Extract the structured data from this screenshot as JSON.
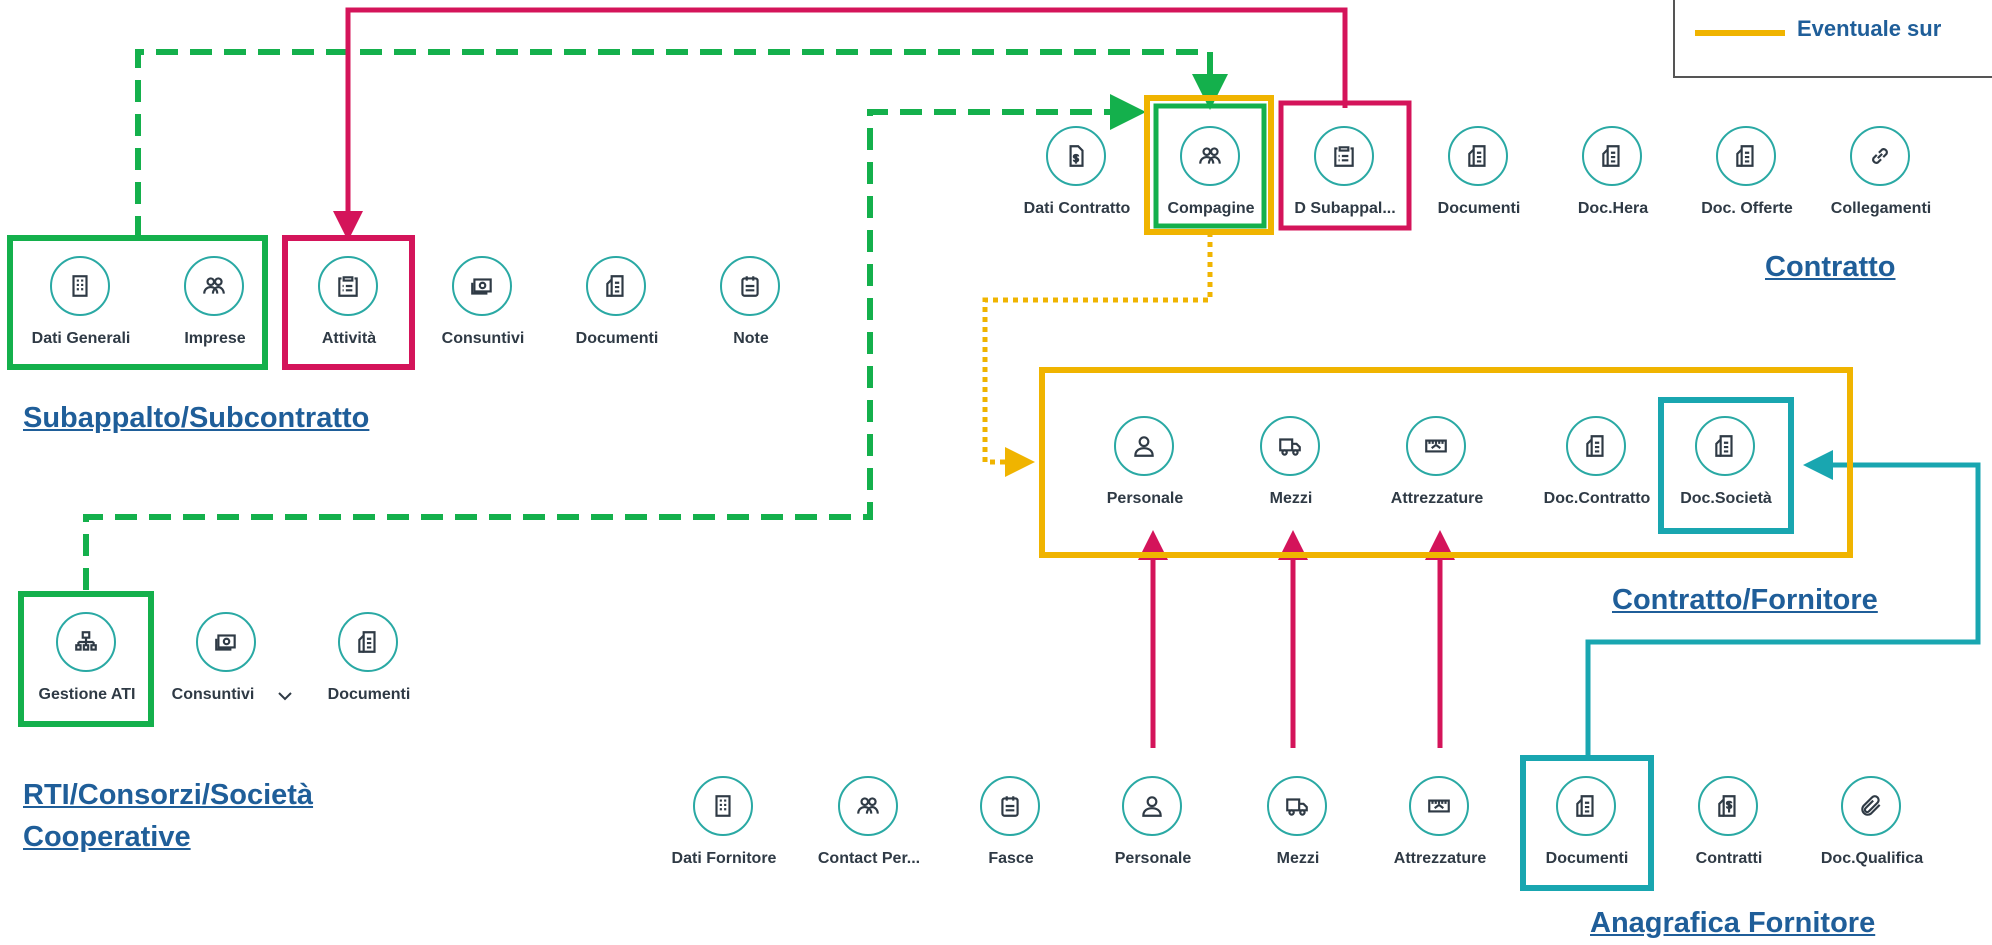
{
  "colors": {
    "green": "#14b04c",
    "pink": "#d4145a",
    "yellow": "#f0b400",
    "teal": "#19a6b0",
    "icon_ring": "#2aa9a4",
    "section_title": "#1f5e99"
  },
  "legend": {
    "text": "Eventuale sur"
  },
  "sections": {
    "contratto": {
      "title": "Contratto",
      "tiles": [
        {
          "label": "Dati Contratto",
          "icon": "contract-money-icon"
        },
        {
          "label": "Compagine",
          "icon": "people-group-icon"
        },
        {
          "label": "D Subappal...",
          "icon": "clipboard-list-icon"
        },
        {
          "label": "Documenti",
          "icon": "document-icon"
        },
        {
          "label": "Doc.Hera",
          "icon": "document-icon"
        },
        {
          "label": "Doc. Offerte",
          "icon": "document-icon"
        },
        {
          "label": "Collegamenti",
          "icon": "link-icon"
        }
      ]
    },
    "subappalto": {
      "title": "Subappalto/Subcontratto",
      "tiles": [
        {
          "label": "Dati Generali",
          "icon": "building-icon"
        },
        {
          "label": "Imprese",
          "icon": "people-group-icon"
        },
        {
          "label": "Attività",
          "icon": "clipboard-list-icon"
        },
        {
          "label": "Consuntivi",
          "icon": "money-icon"
        },
        {
          "label": "Documenti",
          "icon": "document-icon"
        },
        {
          "label": "Note",
          "icon": "calendar-note-icon"
        }
      ]
    },
    "contratto_fornitore": {
      "title": "Contratto/Fornitore",
      "tiles": [
        {
          "label": "Personale",
          "icon": "person-icon"
        },
        {
          "label": "Mezzi",
          "icon": "truck-icon"
        },
        {
          "label": "Attrezzature",
          "icon": "toolbox-icon"
        },
        {
          "label": "Doc.Contratto",
          "icon": "document-icon"
        },
        {
          "label": "Doc.Società",
          "icon": "document-icon"
        }
      ]
    },
    "rti": {
      "title_line1": "RTI/Consorzi/Società",
      "title_line2": "Cooperative",
      "tiles": [
        {
          "label": "Gestione ATI",
          "icon": "org-chart-icon"
        },
        {
          "label": "Consuntivi",
          "icon": "money-icon"
        },
        {
          "label": "Documenti",
          "icon": "document-icon"
        }
      ],
      "dropdown_icon": "chevron-down-icon"
    },
    "anagrafica": {
      "title": "Anagrafica Fornitore",
      "tiles": [
        {
          "label": "Dati Fornitore",
          "icon": "building-icon"
        },
        {
          "label": "Contact Per...",
          "icon": "people-group-icon"
        },
        {
          "label": "Fasce",
          "icon": "calendar-note-icon"
        },
        {
          "label": "Personale",
          "icon": "person-icon"
        },
        {
          "label": "Mezzi",
          "icon": "truck-icon"
        },
        {
          "label": "Attrezzature",
          "icon": "toolbox-icon"
        },
        {
          "label": "Documenti",
          "icon": "document-icon"
        },
        {
          "label": "Contratti",
          "icon": "document-money-icon"
        },
        {
          "label": "Doc.Qualifica",
          "icon": "paperclip-icon"
        }
      ]
    }
  }
}
